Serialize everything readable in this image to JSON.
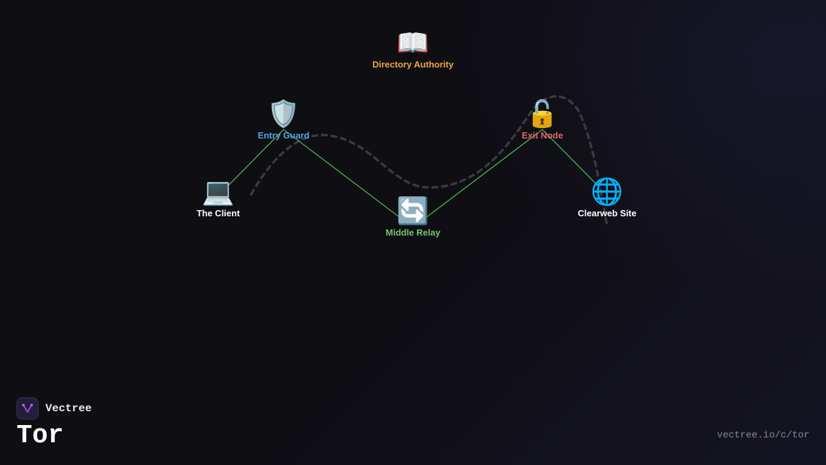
{
  "nodes": {
    "directory": {
      "icon": "📖",
      "icon_name": "book-icon",
      "label": "Directory Authority",
      "color": "#f0a444"
    },
    "entry": {
      "icon": "🛡️",
      "icon_name": "shield-icon",
      "label": "Entry Guard",
      "color": "#4ea6e8"
    },
    "exit": {
      "icon": "🔓",
      "icon_name": "unlock-icon",
      "label": "Exit Node",
      "color": "#e06666"
    },
    "client": {
      "icon": "💻",
      "icon_name": "laptop-icon",
      "label": "The Client",
      "color": "#ffffff"
    },
    "middle": {
      "icon": "🔄",
      "icon_name": "relay-arrows-icon",
      "label": "Middle Relay",
      "color": "#79c26e"
    },
    "clearweb": {
      "icon": "🌐",
      "icon_name": "globe-icon",
      "label": "Clearweb Site",
      "color": "#ffffff"
    }
  },
  "colors": {
    "circuit_line": "#4caf50",
    "dashed_path": "#3a3a42",
    "background": "#0f0e13"
  },
  "brand": {
    "name": "Vectree",
    "title": "Tor"
  },
  "footer": {
    "url": "vectree.io/c/tor"
  }
}
